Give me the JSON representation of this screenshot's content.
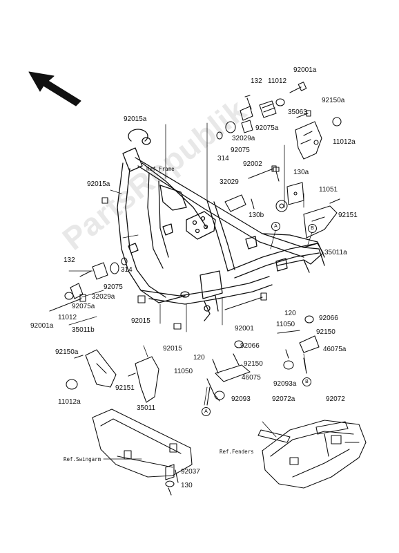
{
  "watermark": "PartsRepublik",
  "labels": {
    "l92001a_top": "92001a",
    "l11012_top": "11012",
    "l132_top": "132",
    "l92150a_top": "92150a",
    "l35063": "35063",
    "l92075a_top": "92075a",
    "l32029a_top": "32029a",
    "l92075_top": "92075",
    "l11012a_top": "11012a",
    "l92015a_top": "92015a",
    "l314_top": "314",
    "l92002": "92002",
    "l130a": "130a",
    "l92015a_left": "92015a",
    "l32029_mid": "32029",
    "l11051": "11051",
    "l130b": "130b",
    "l92151_right": "92151",
    "l35011a": "35011a",
    "l132_left": "132",
    "l314_left": "314",
    "l92075_left": "92075",
    "l32029a_left": "32029a",
    "l92075a_left": "92075a",
    "l11012_left": "11012",
    "l92001a_left": "92001a",
    "l92015_mid": "92015",
    "l92001": "92001",
    "l120_right": "120",
    "l11050_right": "11050",
    "l92066_right": "92066",
    "l92150_right": "92150",
    "l46075a": "46075a",
    "l35011b": "35011b",
    "l92015_low": "92015",
    "l92066_mid": "92066",
    "l92150a_left": "92150a",
    "l120_mid": "120",
    "l92150_mid": "92150",
    "l11050_mid": "11050",
    "l46075": "46075",
    "l92093a": "92093a",
    "l92093": "92093",
    "l92151_left": "92151",
    "l11012a_left": "11012a",
    "l35011": "35011",
    "l92072a": "92072a",
    "l92072": "92072",
    "l92037": "92037",
    "l130": "130"
  },
  "refs": {
    "frame": "Ref.Frame",
    "swingarm": "Ref.Swingarm",
    "fenders": "Ref.Fenders"
  },
  "callouts": {
    "a": "A",
    "b": "B"
  },
  "icons": [
    "direction-arrow-icon"
  ]
}
